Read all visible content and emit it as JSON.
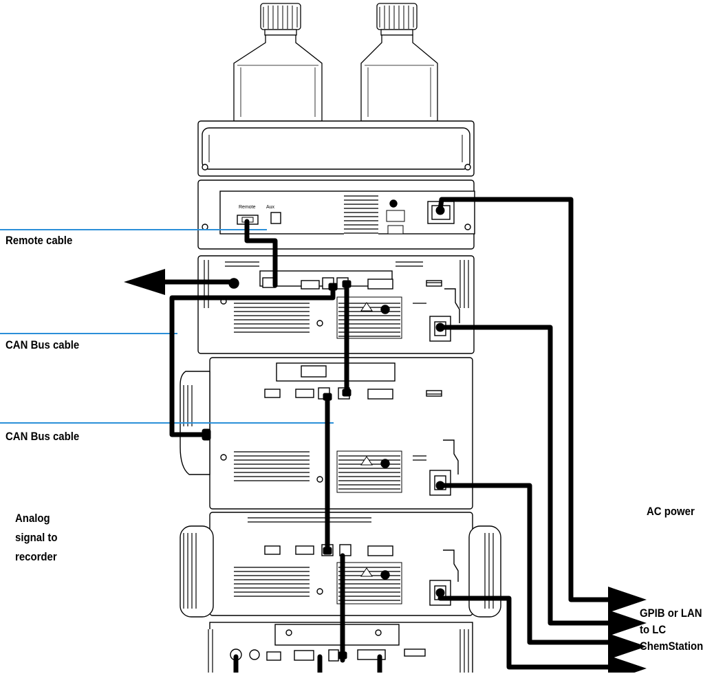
{
  "diagram": {
    "description_free": true,
    "labels": {
      "remote_cable": "Remote cable",
      "can_bus_cable_1": "CAN Bus cable",
      "can_bus_cable_2": "CAN Bus cable",
      "analog_signal": [
        "Analog",
        "signal to",
        "recorder"
      ],
      "ac_power": "AC power",
      "gpib_lan": [
        "GPIB or LAN",
        "to LC",
        "ChemStation"
      ]
    },
    "module_panel_text": {
      "remote_port": "Remote",
      "aux_port": "Aux"
    },
    "colors": {
      "callout_line": "#2a8fd8",
      "cable": "#000000",
      "outline": "#000000"
    }
  }
}
